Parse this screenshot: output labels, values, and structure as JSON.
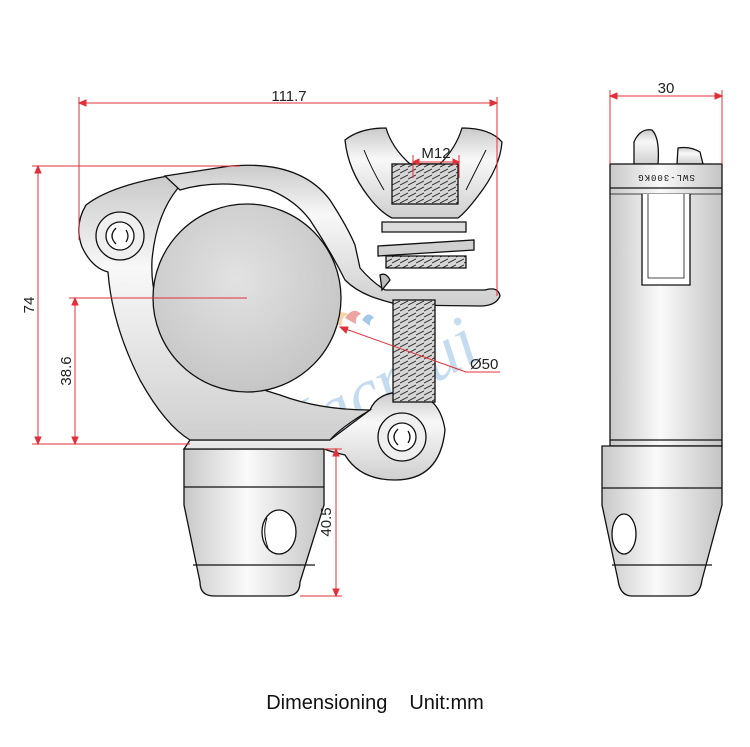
{
  "dimensions": {
    "overall_width": "111.7",
    "side_width": "30",
    "thread": "M12",
    "overall_height": "74",
    "center_height": "38.6",
    "spigot_height": "40.5",
    "tube_diameter": "Ø50"
  },
  "side_view": {
    "engraving": "SWL-300KG"
  },
  "watermark": {
    "text": "Jacmui"
  },
  "caption": {
    "title": "Dimensioning",
    "unit": "Unit:mm"
  },
  "colors": {
    "dimension_line": "#e0303a",
    "outline": "#111111",
    "shade_light": "#f4f4f4",
    "shade_dark": "#c9c9c9",
    "watermark": "#7fb3e0"
  }
}
